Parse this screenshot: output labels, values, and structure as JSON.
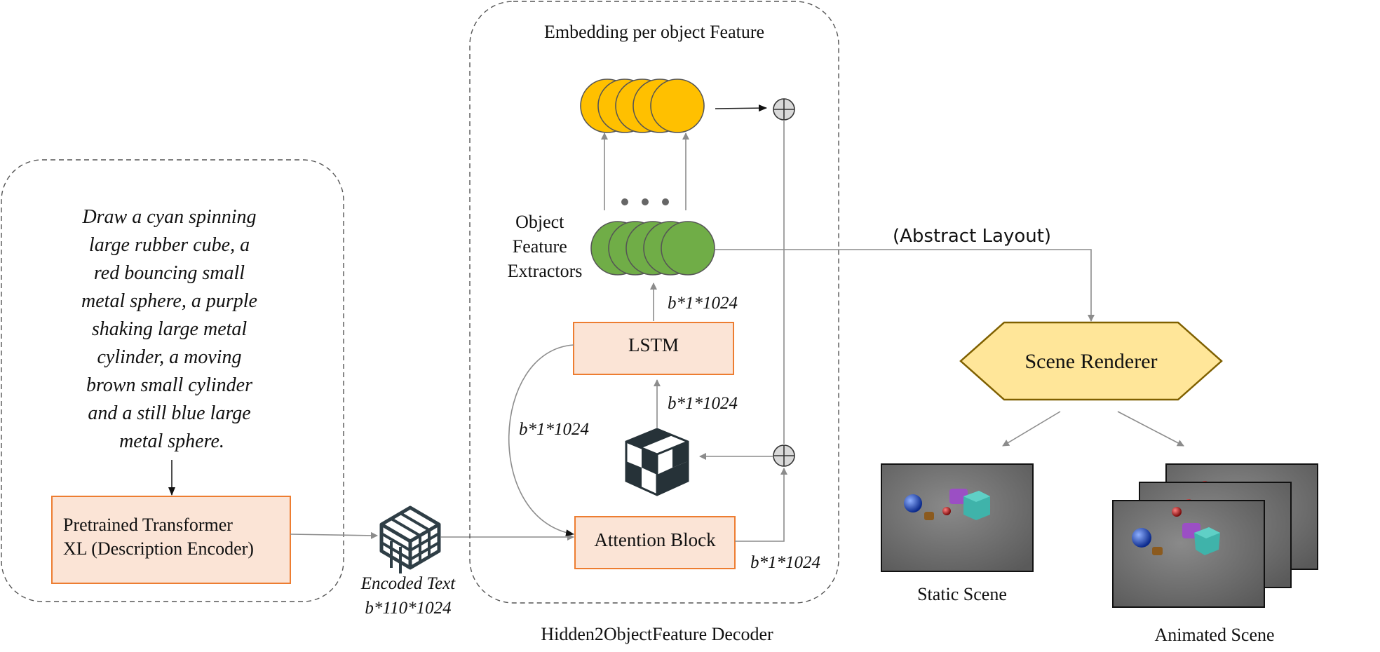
{
  "prompt_lines": [
    "Draw a cyan spinning",
    "large rubber cube, a",
    "red bouncing small",
    "metal sphere, a purple",
    "shaking large metal",
    "cylinder, a moving",
    "brown small cylinder",
    "and a still blue large",
    "metal sphere."
  ],
  "encoder": {
    "line1": "Pretrained Transformer",
    "line2": "XL (Description Encoder)"
  },
  "encoded": {
    "label": "Encoded Text",
    "dims": "b*110*1024"
  },
  "decoder": {
    "title": "Embedding per object Feature",
    "caption": "Hidden2ObjectFeature Decoder",
    "extractors": [
      "Object",
      "Feature",
      "Extractors"
    ],
    "lstm": "LSTM",
    "attention": "Attention Block",
    "dim_lstm_out": "b*1*1024",
    "dim_lstm_in": "b*1*1024",
    "dim_loop": "b*1*1024",
    "dim_attn_out": "b*1*1024"
  },
  "layout_label": "(Abstract Layout)",
  "renderer": "Scene Renderer",
  "static_caption": "Static Scene",
  "animated_caption": "Animated Scene",
  "colors": {
    "yellow": "#ffc000",
    "green": "#70ad47",
    "orange_border": "#ed7d31",
    "orange_fill": "#fbe4d6",
    "renderer_fill": "#ffe699",
    "renderer_border": "#7f6000"
  },
  "icons": [
    "cube-grid-icon",
    "checker-cube-icon",
    "plus-circle-icon"
  ]
}
